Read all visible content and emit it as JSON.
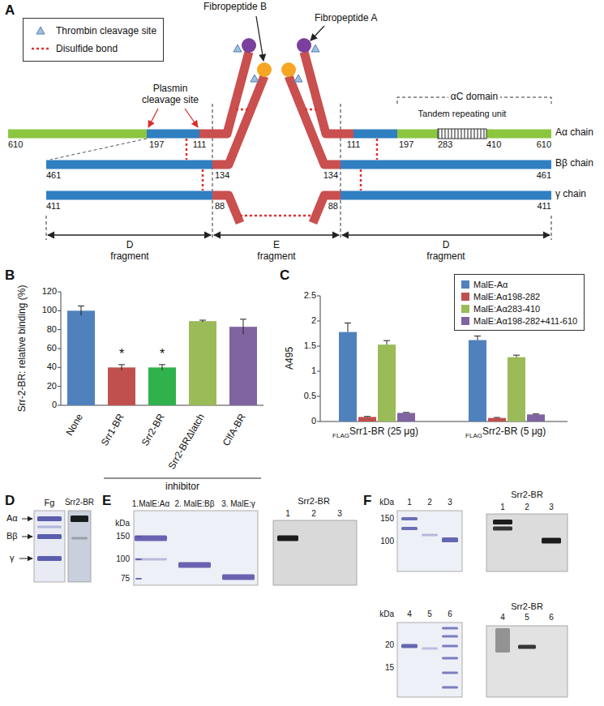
{
  "diagram": {
    "labels": [
      "A",
      "Fibropeptide B",
      "Fibropeptide A",
      "Plasmin cleavage site",
      "αC domain",
      "Tandem repeating unit",
      "610",
      "197",
      "111",
      "111",
      "197",
      "283",
      "410",
      "610",
      "Aα chain",
      "461",
      "134",
      "134",
      "461",
      "Bβ chain",
      "411",
      "88",
      "88",
      "411",
      "γ chain",
      "D fragment",
      "E fragment",
      "D fragment",
      "B",
      "Srr-2-BR: relative binding (%)",
      "120",
      "100",
      "80",
      "60",
      "40",
      "20",
      "0",
      "*",
      "*",
      "None",
      "Srr1-BR",
      "Srr2-BR",
      "Srr2-BRΔlatch",
      "ClfA-BR",
      "inhibitor",
      "C",
      "A495",
      "2.5",
      "2",
      "1.5",
      "1",
      "0.5",
      "0",
      "FLAG",
      "Srr1-BR (25 μg)",
      "FLAG",
      "Srr2-BR (5 μg)",
      "D",
      "Fg",
      "Srr2-BR",
      "Aα",
      "Bβ",
      "γ",
      "E",
      "kDa",
      "150",
      "100",
      "75",
      "1.MalE:Aα",
      "2. MalE:Bβ",
      "3. MalE:γ",
      "Srr2-BR",
      "1",
      "2",
      "3",
      "F",
      "kDa",
      "150",
      "100",
      "1",
      "2",
      "3",
      "Srr2-BR",
      "1",
      "2",
      "3",
      "kDa",
      "20",
      "15",
      "4",
      "5",
      "6",
      "Srr2-BR",
      "4",
      "5",
      "6"
    ],
    "legend": [
      {
        "text": "Thrombin cleavage site"
      },
      {
        "text": "Disulfide bond"
      },
      {
        "text": "MalE-Aα",
        "color": "#4f81bd"
      },
      {
        "text": "MalE:Aα198-282",
        "color": "#c0504d"
      },
      {
        "text": "MalE:Aα283-410",
        "color": "#9bbb59"
      },
      {
        "text": "MalE:Aα198-282+411-610",
        "color": "#8064a2"
      }
    ]
  }
}
